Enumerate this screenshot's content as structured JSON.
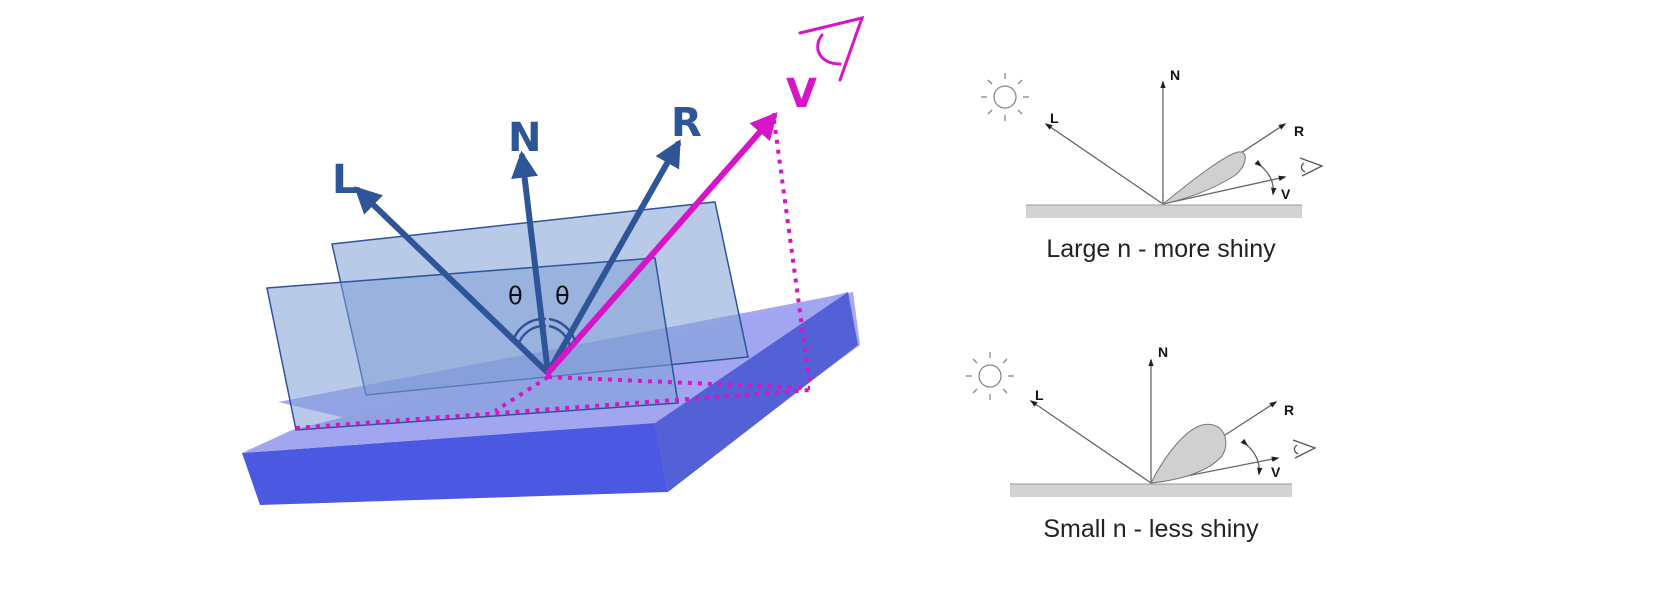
{
  "main": {
    "labels": {
      "L": "L",
      "N": "N",
      "R": "R",
      "V": "V",
      "theta_left": "θ",
      "theta_right": "θ"
    }
  },
  "top_panel": {
    "labels": {
      "L": "L",
      "N": "N",
      "R": "R",
      "V": "V"
    },
    "caption": "Large n - more shiny"
  },
  "bottom_panel": {
    "labels": {
      "L": "L",
      "N": "N",
      "R": "R",
      "V": "V"
    },
    "caption": "Small n - less shiny"
  },
  "colors": {
    "vectors": "#2e5597",
    "view_vector": "#d614c8",
    "slab_top": "#a6a9f2",
    "slab_front": "#4b59e2",
    "slab_side": "#5561d2",
    "planes": "#8aa8dc"
  }
}
